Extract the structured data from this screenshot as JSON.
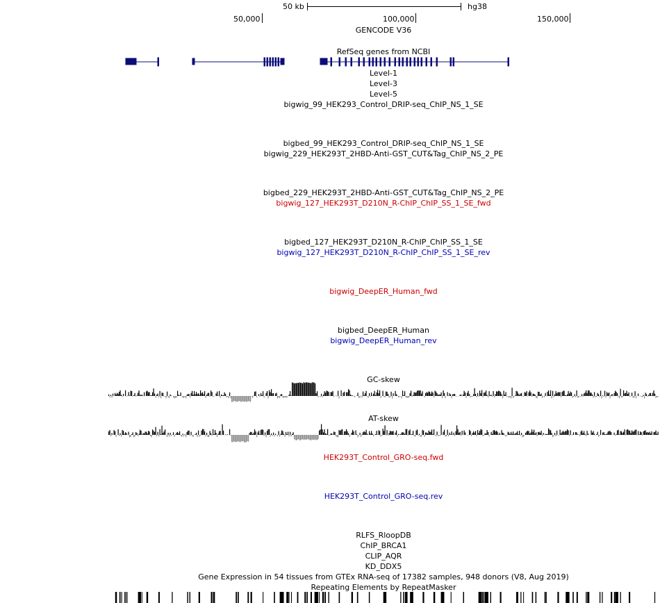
{
  "ruler": {
    "scale_label": "50 kb",
    "assembly": "hg38",
    "ticks": [
      "50,000",
      "100,000",
      "150,000"
    ]
  },
  "colors": {
    "default": "#000000",
    "fwd": "#cc0000",
    "rev": "#0000b3",
    "gene": "#0c0c78",
    "skew_pos": "#000000",
    "skew_neg": "#8c8c8c"
  },
  "tracks": [
    {
      "label": "GENCODE V36",
      "color": "default"
    },
    {
      "label": "RefSeq genes from NCBI",
      "color": "default"
    },
    {
      "label": "Level-1",
      "color": "default"
    },
    {
      "label": "Level-3",
      "color": "default"
    },
    {
      "label": "Level-5",
      "color": "default"
    },
    {
      "label": "bigwig_99_HEK293_Control_DRIP-seq_ChIP_NS_1_SE",
      "color": "default"
    },
    {
      "label": "bigbed_99_HEK293_Control_DRIP-seq_ChIP_NS_1_SE",
      "color": "default"
    },
    {
      "label": "bigwig_229_HEK293T_2HBD-Anti-GST_CUT&Tag_ChIP_NS_2_PE",
      "color": "default"
    },
    {
      "label": "bigbed_229_HEK293T_2HBD-Anti-GST_CUT&Tag_ChIP_NS_2_PE",
      "color": "default"
    },
    {
      "label": "bigwig_127_HEK293T_D210N_R-ChIP_ChIP_SS_1_SE_fwd",
      "color": "fwd"
    },
    {
      "label": "bigbed_127_HEK293T_D210N_R-ChIP_ChIP_SS_1_SE",
      "color": "default"
    },
    {
      "label": "bigwig_127_HEK293T_D210N_R-ChIP_ChIP_SS_1_SE_rev",
      "color": "rev"
    },
    {
      "label": "bigwig_DeepER_Human_fwd",
      "color": "fwd"
    },
    {
      "label": "bigbed_DeepER_Human",
      "color": "default"
    },
    {
      "label": "bigwig_DeepER_Human_rev",
      "color": "rev"
    },
    {
      "label": "GC-skew",
      "color": "default"
    },
    {
      "label": "AT-skew",
      "color": "default"
    },
    {
      "label": "HEK293T_Control_GRO-seq.fwd",
      "color": "fwd"
    },
    {
      "label": "HEK293T_Control_GRO-seq.rev",
      "color": "rev"
    },
    {
      "label": "RLFS_RloopDB",
      "color": "default"
    },
    {
      "label": "ChIP_BRCA1",
      "color": "default"
    },
    {
      "label": "CLIP_AQR",
      "color": "default"
    },
    {
      "label": "KD_DDX5",
      "color": "default"
    },
    {
      "label": "Gene Expression in 54 tissues from GTEx RNA-seq of 17382 samples, 948 donors (V8, Aug 2019)",
      "color": "default"
    },
    {
      "label": "Repeating Elements by RepeatMasker",
      "color": "default"
    }
  ]
}
